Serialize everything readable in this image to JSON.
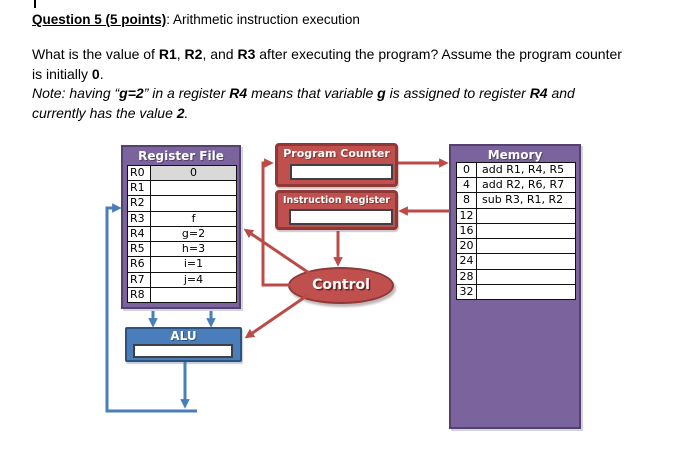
{
  "colors": {
    "purple": "#7b639e",
    "purple-border": "#554170",
    "red": "#c0504d",
    "red-border": "#8e3837",
    "blue": "#4a7ebb",
    "blue-border": "#2e527e",
    "grey-cell": "#d9d9d9"
  },
  "question": {
    "heading_bold": "Question 5 (5 points)",
    "heading_rest": ": Arithmetic instruction execution",
    "p1": "What is the value of ",
    "b1": "R1",
    "p2": ", ",
    "b2": "R2",
    "p3": ", and ",
    "b3": "R3",
    "p4": " after executing the program? Assume the program counter",
    "p5": "is initially ",
    "b4": "0",
    "p6": ".",
    "n1": "Note: having “",
    "nb1": "g=2",
    "n2": "” in a register ",
    "nb2": "R4",
    "n3": " means that variable ",
    "nb3": "g",
    "n4": " is assigned to register ",
    "nb4": "R4",
    "n5": " and",
    "n6": "currently has the value ",
    "nb5": "2",
    "n7": "."
  },
  "register_file": {
    "title": "Register File",
    "rows": [
      {
        "reg": "R0",
        "value": "0"
      },
      {
        "reg": "R1",
        "value": ""
      },
      {
        "reg": "R2",
        "value": ""
      },
      {
        "reg": "R3",
        "value": "f"
      },
      {
        "reg": "R4",
        "value": "g=2"
      },
      {
        "reg": "R5",
        "value": "h=3"
      },
      {
        "reg": "R6",
        "value": "i=1"
      },
      {
        "reg": "R7",
        "value": "j=4"
      },
      {
        "reg": "R8",
        "value": ""
      }
    ]
  },
  "program_counter": {
    "title": "Program Counter",
    "value": ""
  },
  "instruction_register": {
    "title": "Instruction Register",
    "value": ""
  },
  "control": {
    "label": "Control"
  },
  "alu": {
    "title": "ALU",
    "value": ""
  },
  "memory": {
    "title": "Memory",
    "rows": [
      {
        "addr": "0",
        "value": "add R1, R4, R5"
      },
      {
        "addr": "4",
        "value": "add R2, R6, R7"
      },
      {
        "addr": "8",
        "value": "sub R3, R1, R2"
      },
      {
        "addr": "12",
        "value": ""
      },
      {
        "addr": "16",
        "value": ""
      },
      {
        "addr": "20",
        "value": ""
      },
      {
        "addr": "24",
        "value": ""
      },
      {
        "addr": "28",
        "value": ""
      },
      {
        "addr": "32",
        "value": ""
      }
    ]
  }
}
